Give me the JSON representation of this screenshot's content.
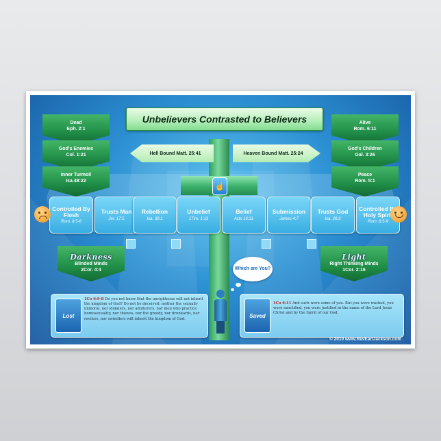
{
  "poster": {
    "title": "Unbelievers Contrasted to Believers",
    "hell_arrow": "Hell Bound  Matt. 25:41",
    "heaven_arrow": "Heaven Bound  Matt. 25:24",
    "left_chevrons": [
      {
        "label": "Dead",
        "ref": "Eph. 2:1"
      },
      {
        "label": "God's Enemies",
        "ref": "Col. 1:21"
      },
      {
        "label": "Inner Turmoil",
        "ref": "Isa.48:22"
      }
    ],
    "right_chevrons": [
      {
        "label": "Alive",
        "ref": "Rom. 6:11"
      },
      {
        "label": "God's Children",
        "ref": "Gal. 3:26"
      },
      {
        "label": "Peace",
        "ref": "Rom. 5:1"
      }
    ],
    "boxes": [
      {
        "label": "Controlled By Flesh",
        "ref": "Rom. 8:5-8"
      },
      {
        "label": "Trusts Man",
        "ref": "Jer. 17:5"
      },
      {
        "label": "Rebellion",
        "ref": "Isa. 30:1"
      },
      {
        "label": "Unbelief",
        "ref": "1Tim. 1:13"
      },
      {
        "label": "Belief",
        "ref": "Acts 16:31"
      },
      {
        "label": "Submission",
        "ref": "James 4:7"
      },
      {
        "label": "Trusts God",
        "ref": "Isa. 26:3"
      },
      {
        "label": "Controlled By Holy Spirit",
        "ref": "Rom. 8:5-9"
      }
    ],
    "darkness": {
      "word": "Darkness",
      "label": "Blinded Minds",
      "ref": "2Cor. 4:4"
    },
    "light": {
      "word": "Light",
      "label": "Right Thinking Minds",
      "ref": "1Cor. 2:16"
    },
    "cloud": "Which are You?",
    "lost": {
      "tag": "Lost",
      "ref": "1Co 6:9-8",
      "text": "Do you not know that the unrighteous will not inherit the kingdom of God? Do not be deceived: neither the sexually immoral, nor idolaters, nor adulterers, nor men who practice homosexuality, nor thieves, nor the greedy, nor drunkards, nor revilers, nor swindlers will inherit the kingdom of God."
    },
    "saved": {
      "tag": "Saved",
      "ref": "1Co 6:11",
      "text": "And such were some of you. But you were washed, you were sanctified, you were justified in the name of the Lord Jesus Christ and by the Spirit of our God."
    },
    "copyright": "© 2010 www.RevEarlJackson.com"
  }
}
